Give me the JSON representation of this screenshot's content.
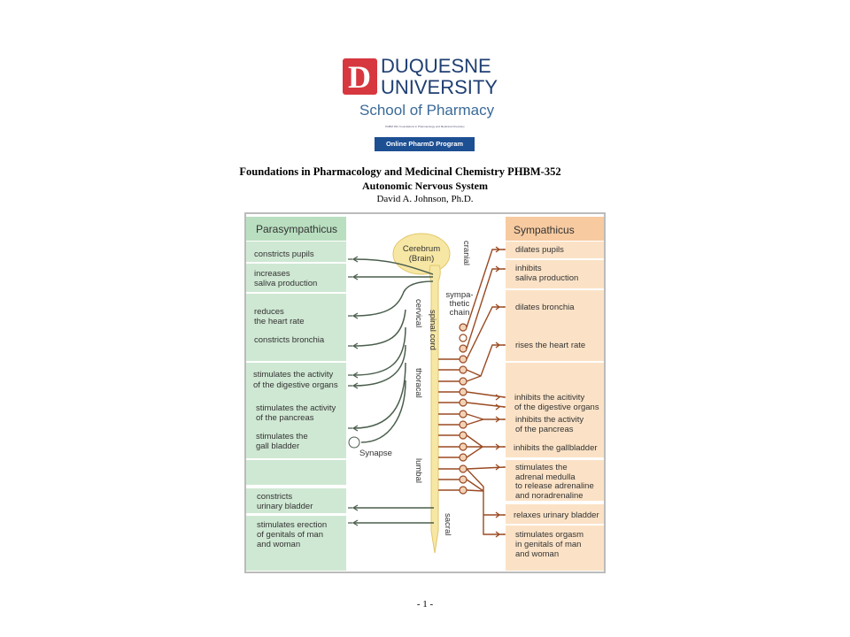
{
  "logo": {
    "initial": "D",
    "line1": "DUQUESNE",
    "line2": "UNIVERSITY",
    "school": "School of Pharmacy",
    "tagline": "PHBM 352: Foundations in Pharmacology and Medicinal Chemistry",
    "banner": "Online PharmD Program",
    "colors": {
      "red": "#d7373f",
      "navy": "#1f3f73",
      "banner": "#1d4f93"
    }
  },
  "header": {
    "title": "Foundations in Pharmacology and Medicinal Chemistry PHBM-352",
    "subtitle": "Autonomic Nervous System",
    "author": "David A. Johnson, Ph.D."
  },
  "diagram": {
    "colors": {
      "parasympathetic": "#cfe8d3",
      "sympathetic": "#fbe2c6",
      "parasym_line": "#4a5e4c",
      "sym_line": "#9a4a22",
      "brain": "#f7e7a4"
    },
    "left_header": "Parasympathicus",
    "right_header": "Sympathicus",
    "brain": [
      "Cerebrum",
      "(Brain)"
    ],
    "cord_label": "spinal cord",
    "chain_label": [
      "sympa-",
      "thetic",
      "chain"
    ],
    "synapse_label": "Synapse",
    "regions": [
      "cranial",
      "cervical",
      "thoracal",
      "lumbal",
      "sacral"
    ],
    "parasympathetic_effects": [
      [
        "constricts pupils"
      ],
      [
        "increases",
        "saliva production"
      ],
      [
        "reduces",
        "the heart rate"
      ],
      [
        "constricts bronchia"
      ],
      [
        "stimulates the activity",
        "of the digestive organs"
      ],
      [
        "stimulates the activity",
        "of the pancreas"
      ],
      [
        "stimulates the",
        "gall bladder"
      ],
      [
        "constricts",
        "urinary bladder"
      ],
      [
        "stimulates erection",
        "of genitals of man",
        "and woman"
      ]
    ],
    "sympathetic_effects": [
      [
        "dilates pupils"
      ],
      [
        "inhibits",
        "saliva production"
      ],
      [
        "dilates bronchia"
      ],
      [
        "rises the heart rate"
      ],
      [
        "inhibits the acitivity",
        "of the digestive organs"
      ],
      [
        "inhibits the activity",
        "of the pancreas"
      ],
      [
        "inhibits the gallbladder"
      ],
      [
        "stimulates the",
        "adrenal medulla",
        "to release adrenaline",
        "and noradrenaline"
      ],
      [
        "relaxes urinary bladder"
      ],
      [
        "stimulates orgasm",
        "in genitals of man",
        "and woman"
      ]
    ]
  },
  "page_number": "- 1 -"
}
